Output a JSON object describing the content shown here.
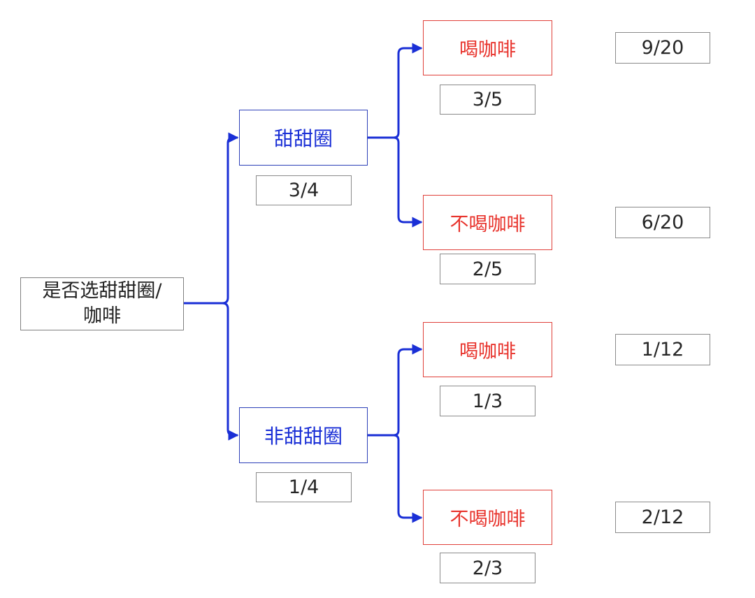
{
  "root": {
    "line1": "是否选甜甜圈/",
    "line2": "咖啡"
  },
  "branches": [
    {
      "label": "甜甜圈",
      "prob": "3/4",
      "children": [
        {
          "label": "喝咖啡",
          "prob": "3/5",
          "joint": "9/20"
        },
        {
          "label": "不喝咖啡",
          "prob": "2/5",
          "joint": "6/20"
        }
      ]
    },
    {
      "label": "非甜甜圈",
      "prob": "1/4",
      "children": [
        {
          "label": "喝咖啡",
          "prob": "1/3",
          "joint": "1/12"
        },
        {
          "label": "不喝咖啡",
          "prob": "2/3",
          "joint": "2/12"
        }
      ]
    }
  ],
  "colors": {
    "edge": "#1a2fd6",
    "level1_text": "#1a2fd6",
    "level2_text": "#e8332c",
    "box_border": "#7f7f7f"
  }
}
